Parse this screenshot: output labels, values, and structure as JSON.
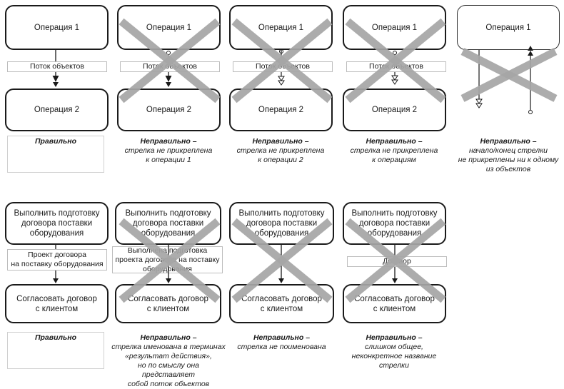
{
  "row1": {
    "op1": "Операция 1",
    "op2": "Операция 2",
    "flow": "Поток объектов",
    "verdicts": [
      {
        "title": "Правильно",
        "text": ""
      },
      {
        "title": "Неправильно –",
        "text": "стрелка не прикреплена\nк операции 1"
      },
      {
        "title": "Неправильно –",
        "text": "стрелка не прикреплена\nк операции 2"
      },
      {
        "title": "Неправильно –",
        "text": "стрелка не прикреплена\nк операциям"
      },
      {
        "title": "Неправильно –",
        "text": "начало/конец стрелки\nне прикреплены ни к одному\nиз объектов"
      }
    ]
  },
  "row2": {
    "op_top": "Выполнить подготовку\nдоговора поставки\nоборудования",
    "op_bottom": "Согласовать договор\nс клиентом",
    "flow_correct": "Проект договора\nна поставку оборудования",
    "flow_action": "Выполнена подготовка\nпроекта договора на поставку\nоборудования",
    "flow_general": "Договор",
    "verdicts": [
      {
        "title": "Правильно",
        "text": ""
      },
      {
        "title": "Неправильно –",
        "text": "стрелка именована в терминах\n«результат действия»,\nно по смыслу она представляет\nсобой поток объектов"
      },
      {
        "title": "Неправильно –",
        "text": "стрелка не поименована"
      },
      {
        "title": "Неправильно –",
        "text": "слишком общее,\nнеконкретное название\nстрелки"
      }
    ]
  },
  "colors": {
    "line": "#1a1a1a",
    "cross": "#a6a6a6",
    "flow_border": "#bdbdbd"
  }
}
